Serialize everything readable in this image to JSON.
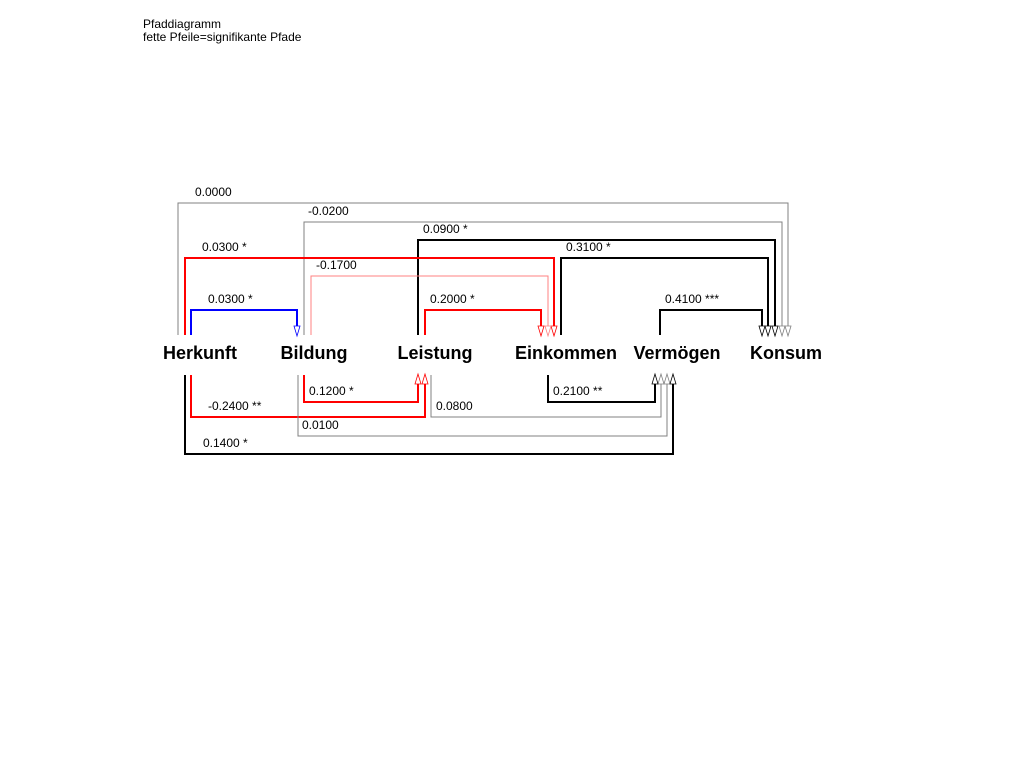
{
  "title": "Pfaddiagramm",
  "subtitle": "fette Pfeile=signifikante Pfade",
  "nodes": [
    "Herkunft",
    "Bildung",
    "Leistung",
    "Einkommen",
    "Vermögen",
    "Konsum"
  ],
  "colors": {
    "significant_positive": "#000000",
    "significant_negative": "#ff0000",
    "nonsignificant_positive": "#808080",
    "nonsignificant_negative": "#ff8080",
    "highlight": "#0000ff"
  },
  "paths": [
    {
      "from": "Herkunft",
      "to": "Konsum",
      "label": "0.0000",
      "color": "#808080",
      "significant": false
    },
    {
      "from": "Bildung",
      "to": "Konsum",
      "label": "-0.0200",
      "color": "#808080",
      "significant": false
    },
    {
      "from": "Leistung",
      "to": "Konsum",
      "label": "0.0900 *",
      "color": "#000000",
      "significant": true
    },
    {
      "from": "Herkunft",
      "to": "Einkommen",
      "label": "0.0300 *",
      "color": "#ff0000",
      "significant": true
    },
    {
      "from": "Einkommen",
      "to": "Konsum",
      "label": "0.3100 *",
      "color": "#000000",
      "significant": true
    },
    {
      "from": "Bildung",
      "to": "Einkommen",
      "label": "-0.1700",
      "color": "#ff8080",
      "significant": false
    },
    {
      "from": "Herkunft",
      "to": "Bildung",
      "label": "0.0300 *",
      "color": "#0000ff",
      "significant": true
    },
    {
      "from": "Leistung",
      "to": "Einkommen",
      "label": "0.2000 *",
      "color": "#ff0000",
      "significant": true
    },
    {
      "from": "Vermögen",
      "to": "Konsum",
      "label": "0.4100 ***",
      "color": "#000000",
      "significant": true
    },
    {
      "from": "Bildung",
      "to": "Leistung",
      "label": "0.1200 *",
      "color": "#ff0000",
      "significant": true
    },
    {
      "from": "Herkunft",
      "to": "Leistung",
      "label": "-0.2400 **",
      "color": "#ff0000",
      "significant": true
    },
    {
      "from": "Leistung",
      "to": "Vermögen",
      "label": "0.0800",
      "color": "#808080",
      "significant": false
    },
    {
      "from": "Einkommen",
      "to": "Vermögen",
      "label": "0.2100 **",
      "color": "#000000",
      "significant": true
    },
    {
      "from": "Bildung",
      "to": "Vermögen",
      "label": "0.0100",
      "color": "#808080",
      "significant": false
    },
    {
      "from": "Herkunft",
      "to": "Vermögen",
      "label": "0.1400 *",
      "color": "#000000",
      "significant": true
    }
  ]
}
